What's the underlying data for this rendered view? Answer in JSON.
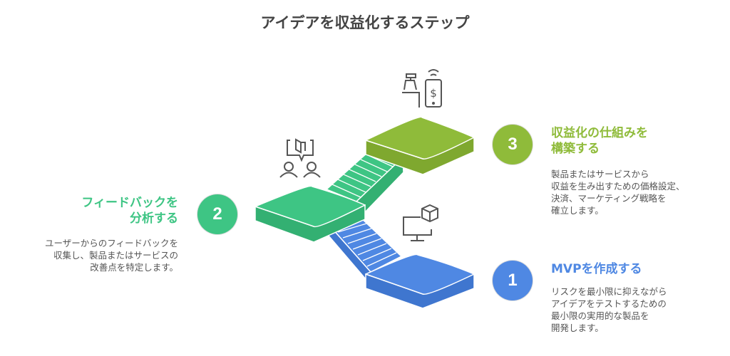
{
  "title": "アイデアを収益化するステップ",
  "colors": {
    "step1": "#4f88e3",
    "step2": "#3ec584",
    "step3": "#8fbb3a",
    "icon": "#555555"
  },
  "steps": [
    {
      "number": "1",
      "heading": "MVPを作成する",
      "description": "リスクを最小限に抑えながら\nアイデアをテストするための\n最小限の実用的な製品を\n開発します。",
      "icon": "computer-cube-icon"
    },
    {
      "number": "2",
      "heading": "フィードバックを\n分析する",
      "description": "ユーザーからのフィードバックを\n収集し、製品またはサービスの\n改善点を特定します。",
      "icon": "users-feedback-icon"
    },
    {
      "number": "3",
      "heading": "収益化の仕組みを\n構築する",
      "description": "製品またはサービスから\n収益を生み出すための価格設定、\n決済、マーケティング戦略を\n確立します。",
      "icon": "register-payment-icon"
    }
  ]
}
